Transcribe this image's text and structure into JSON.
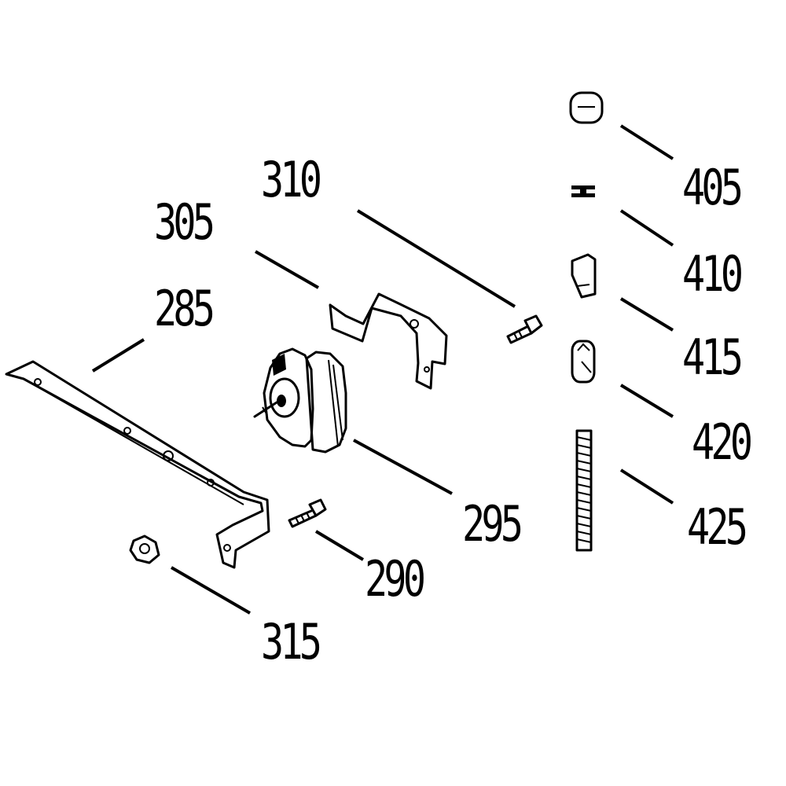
{
  "diagram": {
    "callouts": [
      {
        "id": "405",
        "text": "405"
      },
      {
        "id": "410",
        "text": "410"
      },
      {
        "id": "415",
        "text": "415"
      },
      {
        "id": "420",
        "text": "420"
      },
      {
        "id": "425",
        "text": "425"
      },
      {
        "id": "310",
        "text": "310"
      },
      {
        "id": "305",
        "text": "305"
      },
      {
        "id": "285",
        "text": "285"
      },
      {
        "id": "295",
        "text": "295"
      },
      {
        "id": "290",
        "text": "290"
      },
      {
        "id": "315",
        "text": "315"
      }
    ],
    "line_color": "#000000",
    "background": "#ffffff"
  }
}
